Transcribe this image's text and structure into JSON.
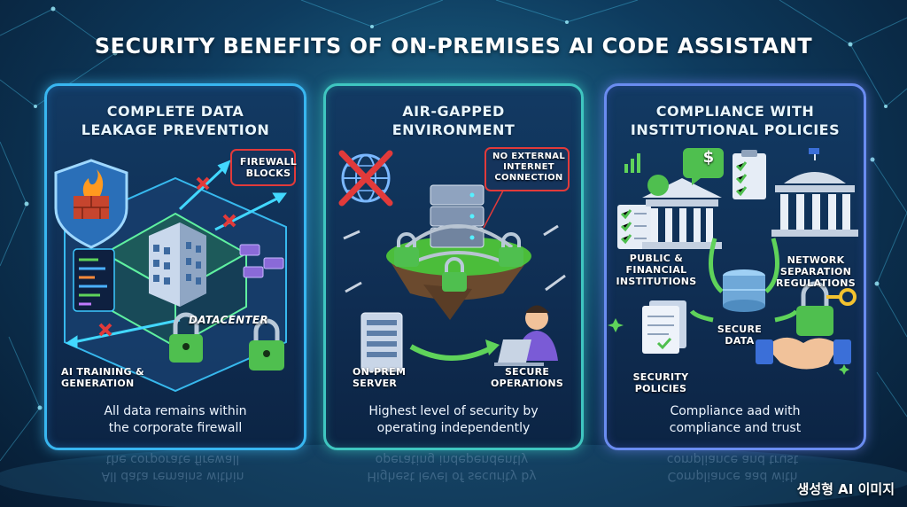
{
  "title": "SECURITY BENEFITS OF ON-PREMISES AI CODE ASSISTANT",
  "cards": [
    {
      "title_line1": "COMPLETE DATA",
      "title_line2": "LEAKAGE PREVENTION",
      "labels": {
        "firewall_1": "FIREWALL",
        "firewall_2": "BLOCKS",
        "datacenter": "DATACENTER",
        "ai_1": "AI TRAINING &",
        "ai_2": "GENERATION"
      },
      "caption_1": "All data remains within",
      "caption_2": "the corporate firewall"
    },
    {
      "title_line1": "AIR-GAPPED",
      "title_line2": "ENVIRONMENT",
      "labels": {
        "noext_1": "NO EXTERNAL",
        "noext_2": "INTERNET",
        "noext_3": "CONNECTION",
        "server_1": "ON-PREM",
        "server_2": "SERVER",
        "ops_1": "SECURE",
        "ops_2": "OPERATIONS"
      },
      "caption_1": "Highest level of security by",
      "caption_2": "operating independently"
    },
    {
      "title_line1": "COMPLIANCE WITH",
      "title_line2": "INSTITUTIONAL POLICIES",
      "labels": {
        "pub_1": "PUBLIC &",
        "pub_2": "FINANCIAL",
        "pub_3": "INSTITUTIONS",
        "net_1": "NETWORK",
        "net_2": "SEPARATION",
        "net_3": "REGULATIONS",
        "data_1": "SECURE",
        "data_2": "DATA",
        "pol_1": "SECURITY",
        "pol_2": "POLICIES",
        "dollar": "$"
      },
      "caption_1": "Compliance aad with",
      "caption_2": "compliance and trust"
    }
  ],
  "watermark": "생성형 AI 이미지",
  "colors": {
    "card1_border": "#38b6f0",
    "card2_border": "#3fc6c0",
    "card3_border": "#6a8cf0",
    "red_x": "#e23a3a",
    "green": "#5fd35a"
  }
}
